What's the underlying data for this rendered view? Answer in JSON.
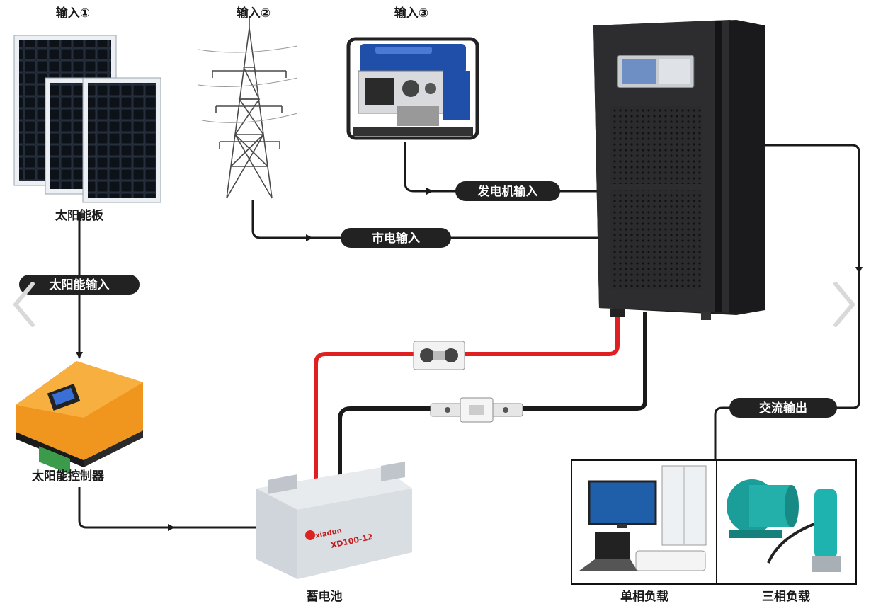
{
  "inputs": {
    "solar": "输入①",
    "grid": "输入②",
    "generator": "输入③"
  },
  "devices": {
    "solar_panel": "太阳能板",
    "solar_controller": "太阳能控制器",
    "battery": "蓄电池",
    "single_phase_load": "单相负载",
    "three_phase_load": "三相负载"
  },
  "connections": {
    "solar_input": "太阳能输入",
    "grid_input": "市电输入",
    "generator_input": "发电机输入",
    "ac_output": "交流输出"
  },
  "battery_markings": {
    "brand": "xiadun",
    "model": "XD100-12"
  },
  "colors": {
    "wire_black": "#1a1a1a",
    "wire_red": "#e02020",
    "pill_bg": "#222222",
    "controller_orange": "#f0961e",
    "inverter_body": "#2d2d2f",
    "battery_body": "#d9dee3",
    "generator_blue": "#1f4fa8"
  }
}
